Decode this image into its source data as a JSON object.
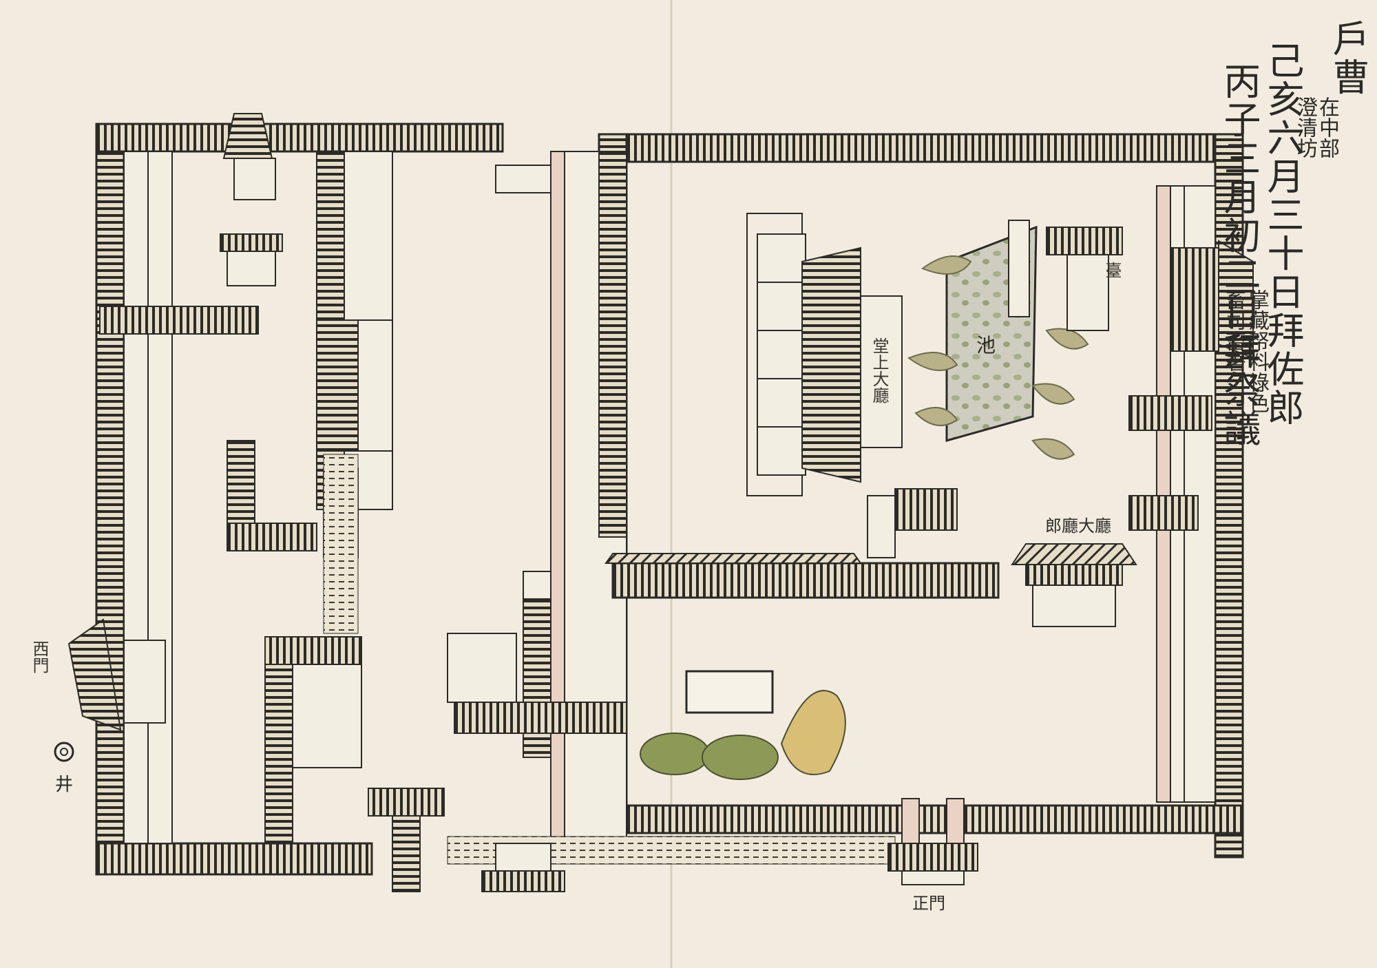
{
  "inscription": {
    "office": "戶曹",
    "location_note_1": "在中部",
    "location_note_2": "澄清坊",
    "date_line": "己亥六月三十日拜佐郎",
    "duty_note_1": "掌藏帑料祿色",
    "duty_note_2": "畜司畜署",
    "date_line_2": "丙子三月初二日拜祭議"
  },
  "labels": {
    "main_hall": "堂上大廳",
    "pond": "池",
    "side_building": "臺",
    "officials_hall": "郎廳大廳",
    "west_gate": "西門",
    "south_gate": "正門",
    "well": "井"
  },
  "colors": {
    "paper": "#f1ecdf",
    "ink": "#2c2a26",
    "wall_pink": "#e9d3c4",
    "moss_green": "#8c9a55",
    "ochre": "#d9bf76"
  }
}
